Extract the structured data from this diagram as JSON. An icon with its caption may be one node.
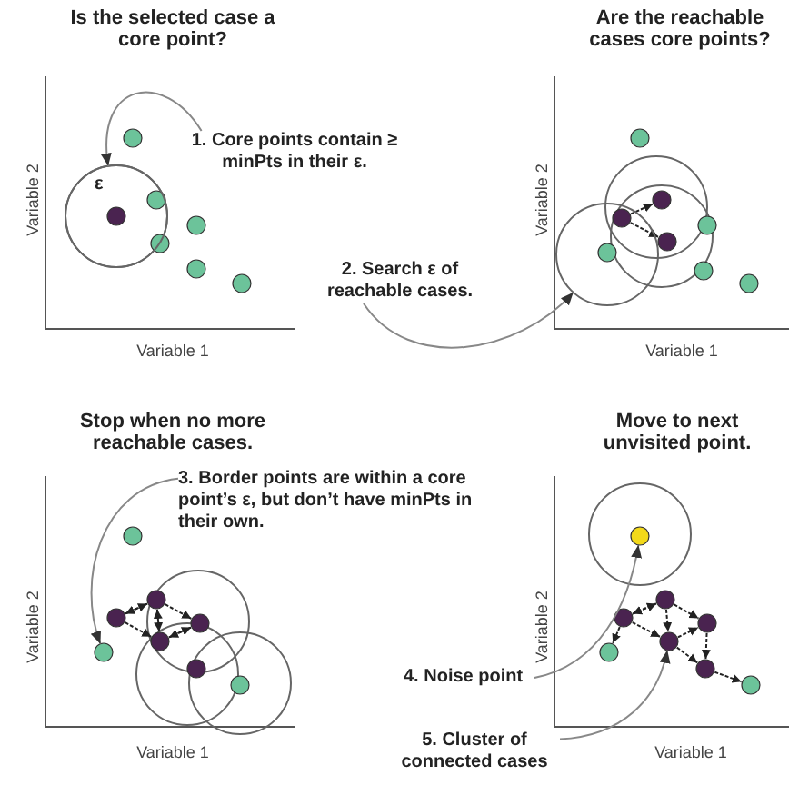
{
  "diagram": {
    "nodes": [
      {
        "text": [
          "1. Core points contain ≥ minPts in their ε."
        ]
      },
      {
        "text": [],
        "shape": "circle"
      },
      {
        "text": [
          "2. Search ε of reachable cases."
        ]
      },
      {
        "text": [],
        "shape": "circle"
      },
      {
        "text": [
          "3. Border points are within a core point’s ε, but don’t have minPts in their own."
        ]
      },
      {
        "text": [],
        "shape": "circle"
      },
      {
        "text": [
          "4. Noise point"
        ]
      },
      {
        "text": [],
        "shape": "circle"
      },
      {
        "text": [
          "5. Cluster of connected cases"
        ]
      },
      {
        "text": [],
        "shape": "circle"
      }
    ],
    "edges": [
      {
        "from": 0,
        "to": 1,
        "arrow": "to"
      },
      {
        "from": 2,
        "to": 3,
        "arrow": "to"
      },
      {
        "from": 4,
        "to": 5,
        "arrow": "to"
      },
      {
        "from": 6,
        "to": 7,
        "arrow": "to"
      },
      {
        "from": 8,
        "to": 9,
        "arrow": "to"
      }
    ],
    "labels": [
      "Is the selected case a core point?",
      "Are the reachable cases core points?",
      "Variable 2",
      "ε",
      "Variable 2",
      "Variable 1",
      "Variable 1",
      "Stop when no more reachable cases.",
      "Move to next unvisited point.",
      "Variable 2",
      "Variable 2",
      "Variable 1",
      "Variable 1"
    ]
  }
}
